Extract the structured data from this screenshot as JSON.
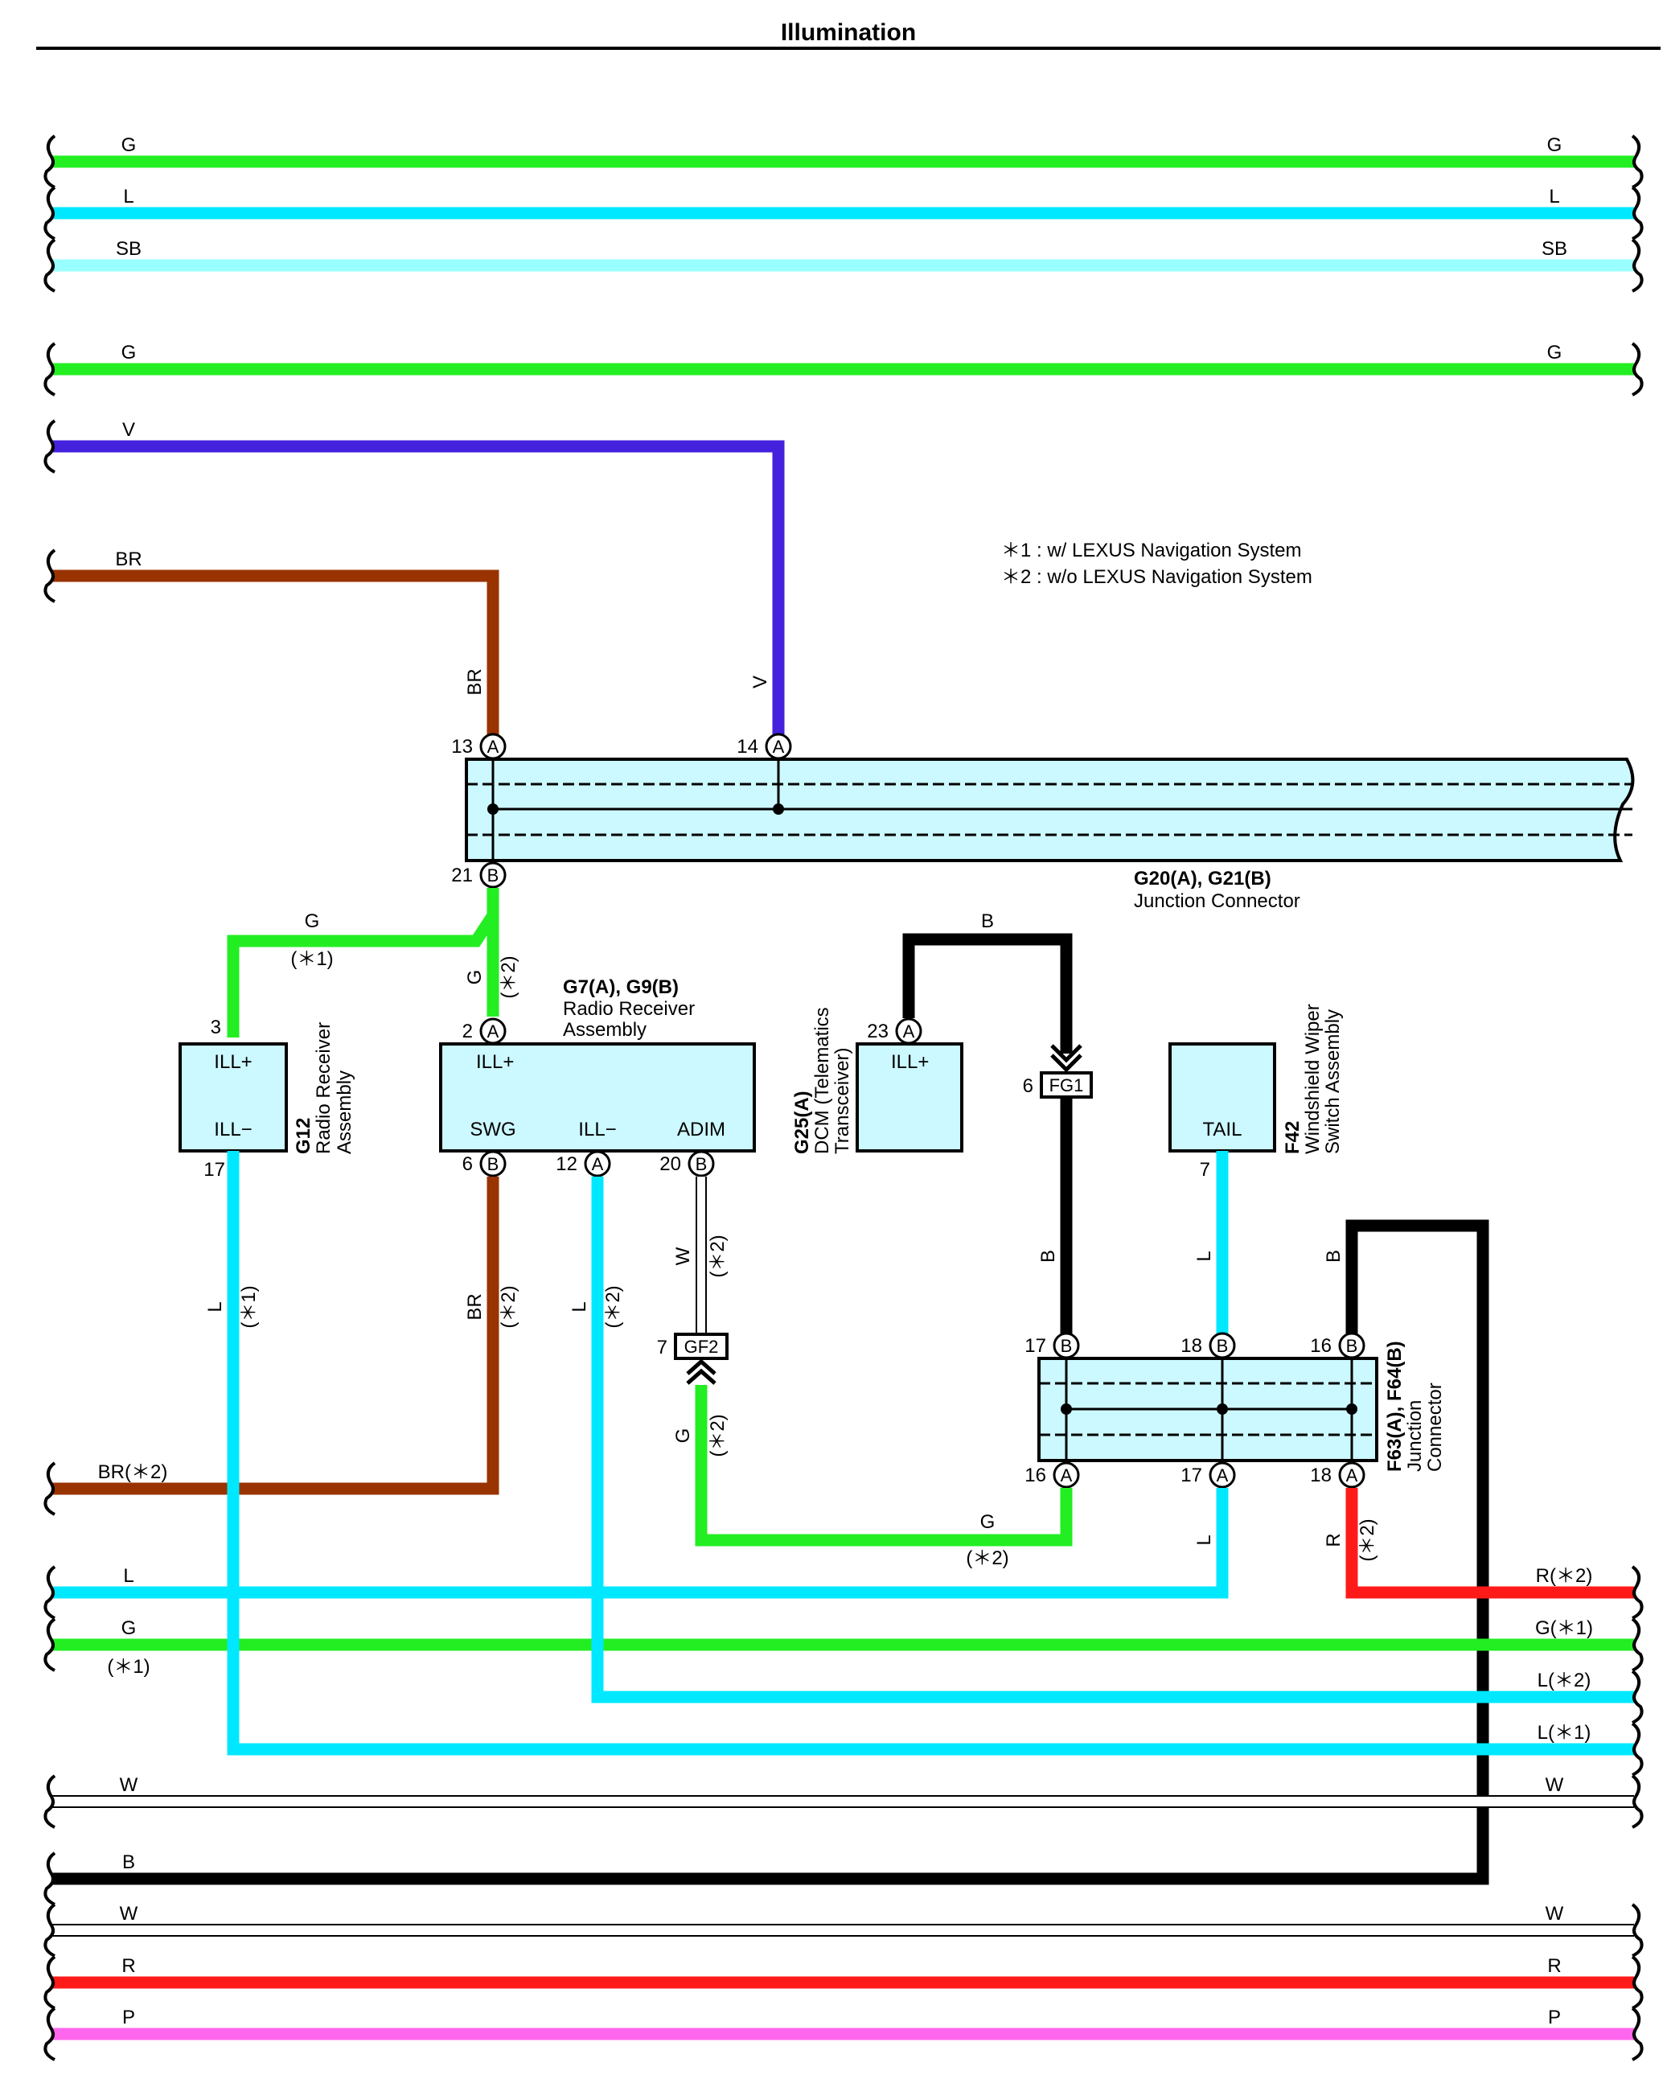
{
  "title": "Illumination",
  "colors": {
    "G": "#22ee22",
    "L": "#00e8ff",
    "SB": "#99ffff",
    "V": "#4422dd",
    "BR": "#993300",
    "B": "#000000",
    "W": "#ffffff",
    "R": "#ff1a1a",
    "P": "#ff66ee",
    "box": "#ccf8ff"
  },
  "notes": {
    "n1": "＊1 : w/ LEXUS Navigation System",
    "n2": "＊2 : w/o LEXUS Navigation System"
  },
  "top_wires": [
    {
      "left": "G",
      "right": "G"
    },
    {
      "left": "L",
      "right": "L"
    },
    {
      "left": "SB",
      "right": "SB"
    },
    {
      "left": "G",
      "right": "G"
    },
    {
      "left": "V"
    },
    {
      "left": "BR"
    }
  ],
  "bottom_wires": [
    {
      "left": "BR(＊2)"
    },
    {
      "left": "L",
      "right": "R(＊2)"
    },
    {
      "left": "G",
      "left_note": "(＊1)",
      "right": "G(＊1)"
    },
    {
      "right": "L(＊2)"
    },
    {
      "right": "L(＊1)"
    },
    {
      "left": "W",
      "right": "W"
    },
    {
      "left": "B"
    },
    {
      "left": "W",
      "right": "W"
    },
    {
      "left": "R",
      "right": "R"
    },
    {
      "left": "P",
      "right": "P"
    }
  ],
  "junction_g20": {
    "name": "G20(A), G21(B)",
    "desc": "Junction Connector",
    "pins": [
      {
        "num": "13",
        "con": "A"
      },
      {
        "num": "14",
        "con": "A"
      },
      {
        "num": "21",
        "con": "B"
      }
    ],
    "wire_labels": [
      "BR",
      "V"
    ]
  },
  "g12": {
    "code": "G12",
    "desc1": "Radio Receiver",
    "desc2": "Assembly",
    "t1": "ILL+",
    "t2": "ILL−",
    "pin_top": "3",
    "pin_bottom": "17"
  },
  "g7": {
    "name": "G7(A), G9(B)",
    "desc1": "Radio Receiver",
    "desc2": "Assembly",
    "top_terminal": "ILL+",
    "terminals": [
      "SWG",
      "ILL−",
      "ADIM"
    ],
    "pin_top": {
      "num": "2",
      "con": "A"
    },
    "pins": [
      {
        "num": "6",
        "con": "B"
      },
      {
        "num": "12",
        "con": "A"
      },
      {
        "num": "20",
        "con": "B"
      }
    ]
  },
  "g25": {
    "code": "G25(A)",
    "desc1": "DCM (Telematics",
    "desc2": "Transceiver)",
    "terminal": "ILL+",
    "pin": {
      "num": "23",
      "con": "A"
    }
  },
  "f42": {
    "code": "F42",
    "desc1": "Windshield Wiper",
    "desc2": "Switch Assembly",
    "terminal": "TAIL",
    "pin": "7"
  },
  "f63": {
    "code": "F63(A), F64(B)",
    "desc1": "Junction",
    "desc2": "Connector",
    "pins_top": [
      {
        "num": "17",
        "con": "B"
      },
      {
        "num": "18",
        "con": "B"
      },
      {
        "num": "16",
        "con": "B"
      }
    ],
    "pins_bottom": [
      {
        "num": "16",
        "con": "A"
      },
      {
        "num": "17",
        "con": "A"
      },
      {
        "num": "18",
        "con": "A"
      }
    ]
  },
  "splices": {
    "fg1": {
      "name": "FG1",
      "pin": "6"
    },
    "gf2": {
      "name": "GF2",
      "pin": "7"
    }
  },
  "mid_wires": {
    "g_top": "G",
    "g_top_note": "(＊1)",
    "g_vert": "G",
    "g_vert_note": "(＊2)",
    "l_g12": "L",
    "l_g12_note": "(＊1)",
    "br_swg": "BR",
    "br_swg_note": "(＊2)",
    "l_ill": "L",
    "l_ill_note": "(＊2)",
    "w_adim": "W",
    "w_adim_note": "(＊2)",
    "g_gf2": "G",
    "g_gf2_note": "(＊2)",
    "g_bottom": "G",
    "g_bottom_note": "(＊2)",
    "b_top": "B",
    "b_fg1": "B",
    "l_tail": "L",
    "b_f16": "B",
    "l_f17": "L",
    "r_f18": "R",
    "r_f18_note": "(＊2)"
  }
}
